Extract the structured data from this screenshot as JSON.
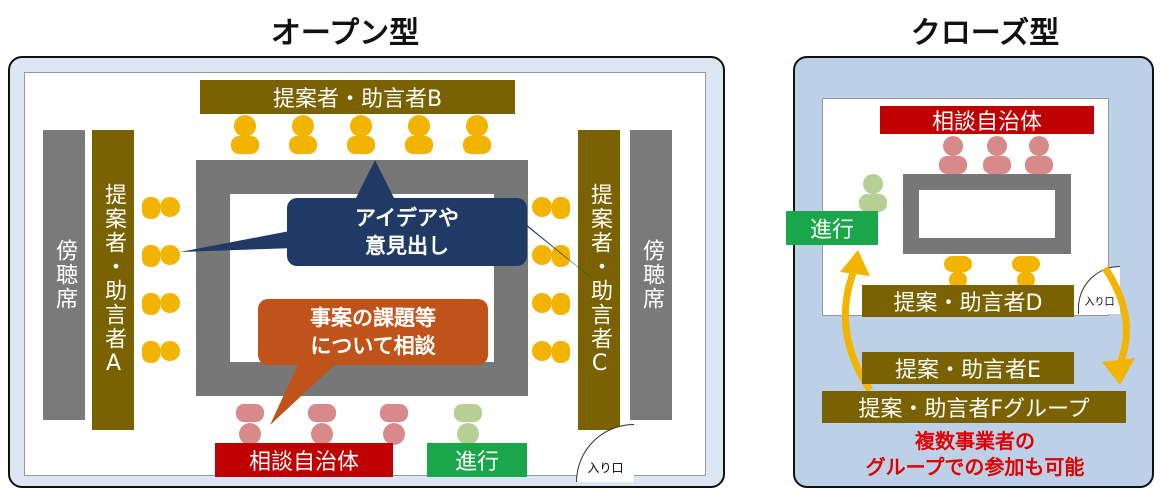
{
  "open": {
    "title": "オープン型",
    "top_label": "提案者・助言者B",
    "left_label": "提案者・助言者A",
    "right_label": "提案者・助言者C",
    "left_gallery": "傍聴席",
    "right_gallery": "傍聴席",
    "bottom_red": "相談自治体",
    "bottom_green": "進行",
    "entrance": "入り口",
    "bubble_blue": [
      "アイデアや",
      "意見出し"
    ],
    "bubble_orange": [
      "事案の課題等",
      "について相談"
    ]
  },
  "closed": {
    "title": "クローズ型",
    "top_red": "相談自治体",
    "green": "進行",
    "label_d": "提案・助言者D",
    "label_e": "提案・助言者E",
    "label_f": "提案・助言者Fグループ",
    "entrance": "入り口",
    "note": [
      "複数事業者の",
      "グループでの参加も可能"
    ]
  },
  "colors": {
    "olive": "#7a6200",
    "red": "#c00000",
    "green": "#1aa64a",
    "table_gray": "#777777",
    "person_yellow": "#f3b400",
    "person_pink": "#d88a8a",
    "person_lightgreen": "#b5cf95",
    "bubble_blue": "#1f3a64",
    "bubble_orange": "#c0531a",
    "arrow_yellow": "#f3b400"
  },
  "icons": [
    "person-icon",
    "chair-icon",
    "curved-arrow-icon"
  ]
}
